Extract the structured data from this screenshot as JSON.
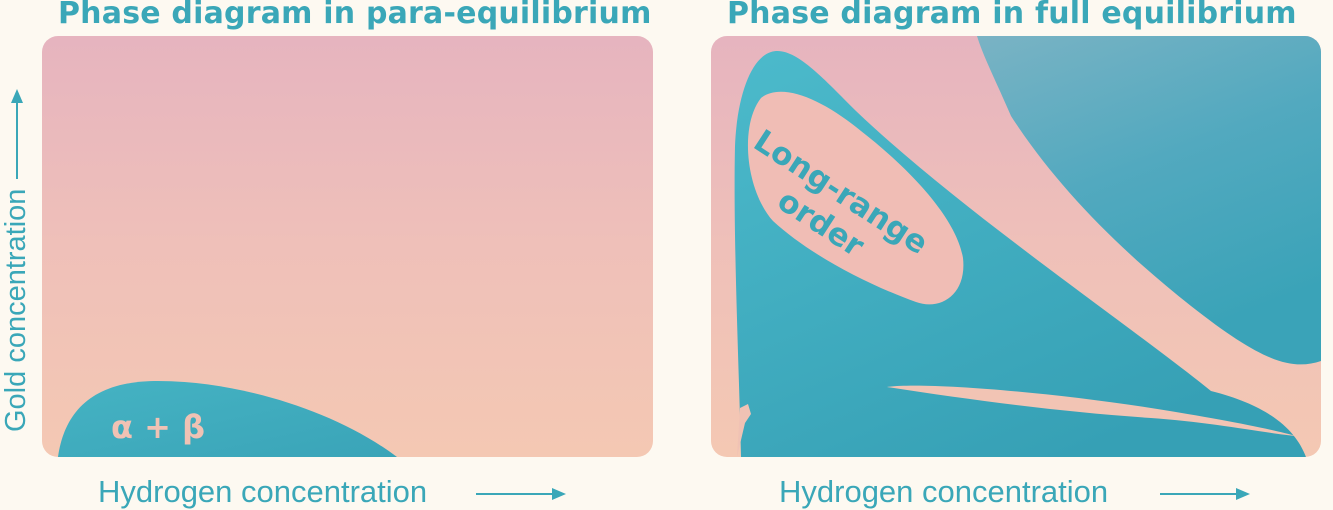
{
  "titles": {
    "left": "Phase diagram in para-equilibrium",
    "right": "Phase diagram in full equilibrium"
  },
  "axes": {
    "x_label": "Hydrogen concentration",
    "y_label": "Gold concentration"
  },
  "regions": {
    "alpha_beta": "α + β",
    "long_range_order": [
      "Long-range",
      "order"
    ]
  },
  "colors": {
    "teal": "#3aa7b8",
    "pink_top": "#e6b4bf",
    "peach_bottom": "#f4c8b3",
    "background": "#fdf9f1"
  }
}
